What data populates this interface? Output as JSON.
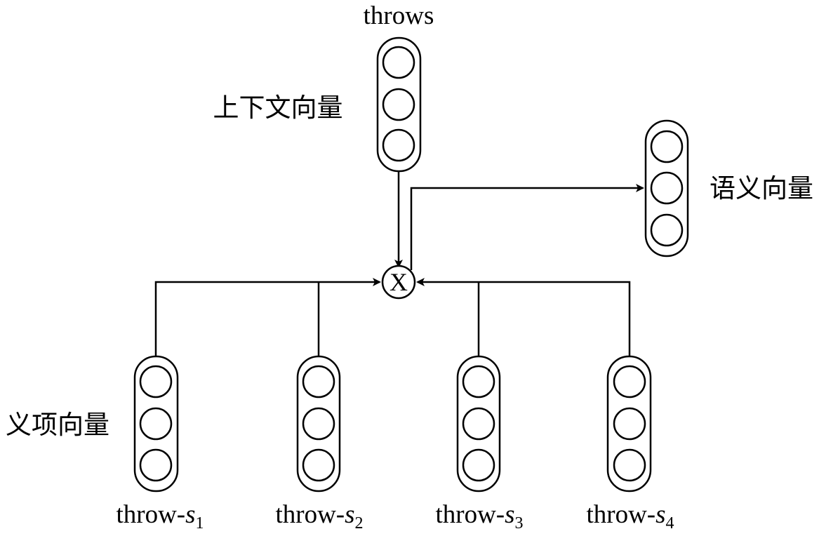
{
  "context": {
    "word": "throws",
    "label": "上下文向量"
  },
  "output": {
    "label": "语义向量"
  },
  "sense_group": {
    "label": "义项向量"
  },
  "operator": {
    "symbol": "X"
  },
  "senses": [
    {
      "prefix": "throw-",
      "var": "s",
      "sub": "1"
    },
    {
      "prefix": "throw-",
      "var": "s",
      "sub": "2"
    },
    {
      "prefix": "throw-",
      "var": "s",
      "sub": "3"
    },
    {
      "prefix": "throw-",
      "var": "s",
      "sub": "4"
    }
  ]
}
